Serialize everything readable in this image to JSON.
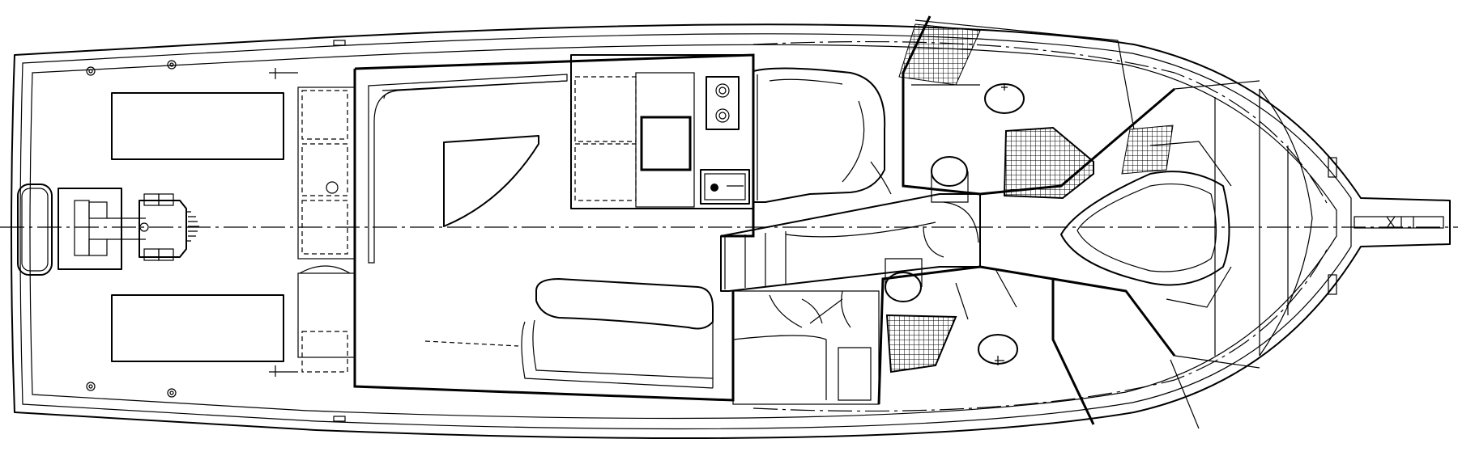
{
  "diagram": {
    "kind": "boat deck floor plan",
    "palette": {
      "ink": "#000000",
      "paper": "#ffffff"
    },
    "areas": [
      "cockpit",
      "fighting-chair",
      "transom-door",
      "salon",
      "settee",
      "galley",
      "stove",
      "sink",
      "companionway-steps",
      "dinette",
      "forward-head",
      "aft-head",
      "vanity-sinks",
      "shower-stalls",
      "v-berth-stateroom",
      "hanging-lockers",
      "anchor-pulpit"
    ]
  }
}
